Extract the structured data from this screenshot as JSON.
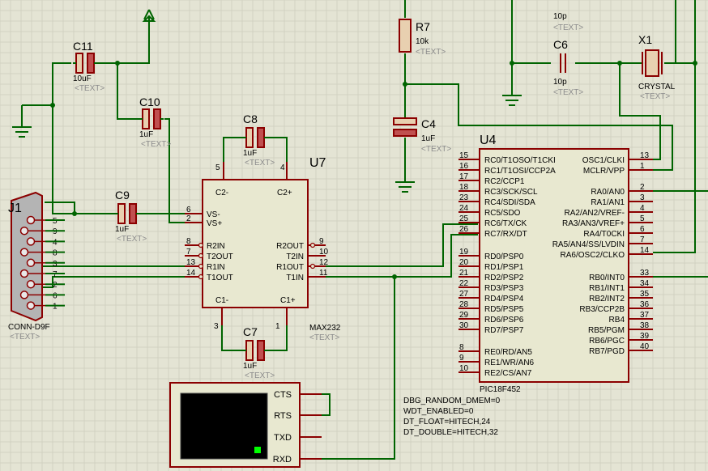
{
  "colors": {
    "background": "#e4e4d4",
    "grid": "#d2d2c2",
    "wire": "#006400",
    "component": "#8b0000",
    "chip_fill": "#e8e8d0",
    "text": "#000000",
    "placeholder": "#8c8c8c"
  },
  "placeholder_text": "<TEXT>",
  "components": {
    "c11": {
      "ref": "C11",
      "value": "10uF"
    },
    "c10": {
      "ref": "C10",
      "value": "1uF"
    },
    "c9": {
      "ref": "C9",
      "value": "1uF"
    },
    "c8": {
      "ref": "C8",
      "value": "1uF"
    },
    "c7": {
      "ref": "C7",
      "value": "1uF"
    },
    "c4": {
      "ref": "C4",
      "value": "1uF"
    },
    "c6": {
      "ref": "C6",
      "value": "10p"
    },
    "c5": {
      "value": "10p"
    },
    "r7": {
      "ref": "R7",
      "value": "10k"
    },
    "x1": {
      "ref": "X1",
      "value": "CRYSTAL"
    },
    "j1": {
      "ref": "J1",
      "value": "CONN-D9F",
      "pins": [
        "5",
        "9",
        "4",
        "8",
        "3",
        "7",
        "2",
        "6",
        "1"
      ]
    },
    "u7": {
      "ref": "U7",
      "value": "MAX232",
      "left_pins": [
        {
          "num": "6",
          "name": "VS-"
        },
        {
          "num": "2",
          "name": "VS+"
        },
        {
          "num": "8",
          "name": "R2IN"
        },
        {
          "num": "7",
          "name": "T2OUT"
        },
        {
          "num": "13",
          "name": "R1IN"
        },
        {
          "num": "14",
          "name": "T1OUT"
        }
      ],
      "right_pins": [
        {
          "num": "9",
          "name": "R2OUT"
        },
        {
          "num": "10",
          "name": "T2IN"
        },
        {
          "num": "12",
          "name": "R1OUT"
        },
        {
          "num": "11",
          "name": "T1IN"
        }
      ],
      "top_pins": [
        {
          "num": "5",
          "name": "C2-"
        },
        {
          "num": "4",
          "name": "C2+"
        }
      ],
      "bottom_pins": [
        {
          "num": "3",
          "name": "C1-"
        },
        {
          "num": "1",
          "name": "C1+"
        }
      ]
    },
    "u4": {
      "ref": "U4",
      "value": "PIC18F452",
      "left_pins": [
        {
          "num": "15",
          "name": "RC0/T1OSO/T1CKI"
        },
        {
          "num": "16",
          "name": "RC1/T1OSI/CCP2A"
        },
        {
          "num": "17",
          "name": "RC2/CCP1"
        },
        {
          "num": "18",
          "name": "RC3/SCK/SCL"
        },
        {
          "num": "23",
          "name": "RC4/SDI/SDA"
        },
        {
          "num": "24",
          "name": "RC5/SDO"
        },
        {
          "num": "25",
          "name": "RC6/TX/CK"
        },
        {
          "num": "26",
          "name": "RC7/RX/DT"
        },
        {
          "num": "19",
          "name": "RD0/PSP0"
        },
        {
          "num": "20",
          "name": "RD1/PSP1"
        },
        {
          "num": "21",
          "name": "RD2/PSP2"
        },
        {
          "num": "22",
          "name": "RD3/PSP3"
        },
        {
          "num": "27",
          "name": "RD4/PSP4"
        },
        {
          "num": "28",
          "name": "RD5/PSP5"
        },
        {
          "num": "29",
          "name": "RD6/PSP6"
        },
        {
          "num": "30",
          "name": "RD7/PSP7"
        },
        {
          "num": "8",
          "name": "RE0/RD/AN5"
        },
        {
          "num": "9",
          "name": "RE1/WR/AN6"
        },
        {
          "num": "10",
          "name": "RE2/CS/AN7"
        }
      ],
      "right_pins": [
        {
          "num": "13",
          "name": "OSC1/CLKI"
        },
        {
          "num": "1",
          "name": "MCLR/VPP"
        },
        {
          "num": "2",
          "name": "RA0/AN0"
        },
        {
          "num": "3",
          "name": "RA1/AN1"
        },
        {
          "num": "4",
          "name": "RA2/AN2/VREF-"
        },
        {
          "num": "5",
          "name": "RA3/AN3/VREF+"
        },
        {
          "num": "6",
          "name": "RA4/T0CKI"
        },
        {
          "num": "7",
          "name": "RA5/AN4/SS/LVDIN"
        },
        {
          "num": "14",
          "name": "RA6/OSC2/CLKO"
        },
        {
          "num": "33",
          "name": "RB0/INT0"
        },
        {
          "num": "34",
          "name": "RB1/INT1"
        },
        {
          "num": "35",
          "name": "RB2/INT2"
        },
        {
          "num": "36",
          "name": "RB3/CCP2B"
        },
        {
          "num": "37",
          "name": "RB4"
        },
        {
          "num": "38",
          "name": "RB5/PGM"
        },
        {
          "num": "39",
          "name": "RB6/PGC"
        },
        {
          "num": "40",
          "name": "RB7/PGD"
        }
      ]
    },
    "terminal": {
      "pins": [
        "CTS",
        "RTS",
        "TXD",
        "RXD"
      ]
    }
  },
  "config_lines": [
    "DBG_RANDOM_DMEM=0",
    "WDT_ENABLED=0",
    "DT_FLOAT=HITECH,24",
    "DT_DOUBLE=HITECH,32"
  ]
}
